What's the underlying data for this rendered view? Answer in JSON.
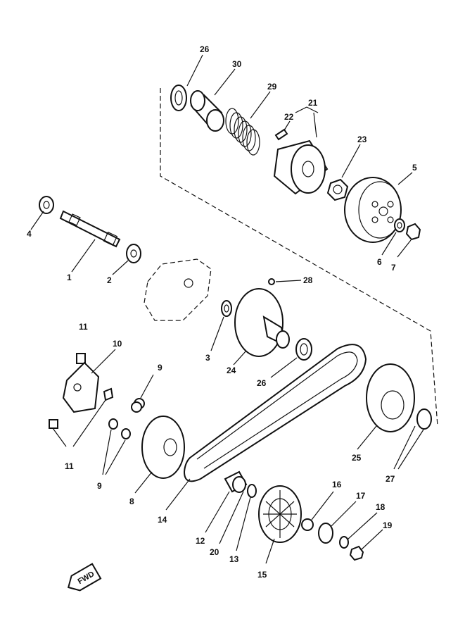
{
  "diagram": {
    "callouts": [
      {
        "id": "c26a",
        "text": "26"
      },
      {
        "id": "c30",
        "text": "30"
      },
      {
        "id": "c29",
        "text": "29"
      },
      {
        "id": "c22",
        "text": "22"
      },
      {
        "id": "c21",
        "text": "21"
      },
      {
        "id": "c23",
        "text": "23"
      },
      {
        "id": "c5",
        "text": "5"
      },
      {
        "id": "c4",
        "text": "4"
      },
      {
        "id": "c1",
        "text": "1"
      },
      {
        "id": "c2",
        "text": "2"
      },
      {
        "id": "c6",
        "text": "6"
      },
      {
        "id": "c7",
        "text": "7"
      },
      {
        "id": "c28",
        "text": "28"
      },
      {
        "id": "c11a",
        "text": "11"
      },
      {
        "id": "c10",
        "text": "10"
      },
      {
        "id": "c3",
        "text": "3"
      },
      {
        "id": "c24",
        "text": "24"
      },
      {
        "id": "c26b",
        "text": "26"
      },
      {
        "id": "c9a",
        "text": "9"
      },
      {
        "id": "c11b",
        "text": "11"
      },
      {
        "id": "c9b",
        "text": "9"
      },
      {
        "id": "c8",
        "text": "8"
      },
      {
        "id": "c25",
        "text": "25"
      },
      {
        "id": "c27",
        "text": "27"
      },
      {
        "id": "c14",
        "text": "14"
      },
      {
        "id": "c16",
        "text": "16"
      },
      {
        "id": "c17",
        "text": "17"
      },
      {
        "id": "c18",
        "text": "18"
      },
      {
        "id": "c19",
        "text": "19"
      },
      {
        "id": "c12",
        "text": "12"
      },
      {
        "id": "c20",
        "text": "20"
      },
      {
        "id": "c13",
        "text": "13"
      },
      {
        "id": "c15",
        "text": "15"
      }
    ],
    "direction_badge": "FWD"
  }
}
